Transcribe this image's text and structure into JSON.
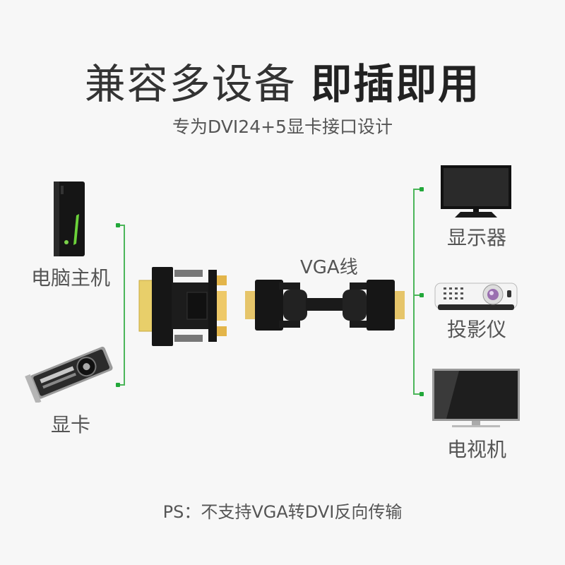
{
  "header": {
    "title_normal": "兼容多设备",
    "title_bold": "即插即用",
    "subtitle": "专为DVI24+5显卡接口设计"
  },
  "sources": [
    {
      "label": "电脑主机",
      "icon": "desktop-tower-icon"
    },
    {
      "label": "显卡",
      "icon": "graphics-card-icon"
    }
  ],
  "center": {
    "adapter_icon": "dvi-to-vga-adapter-icon",
    "cable_label": "VGA线",
    "cable_icon": "vga-cable-icon"
  },
  "targets": [
    {
      "label": "显示器",
      "icon": "monitor-icon"
    },
    {
      "label": "投影仪",
      "icon": "projector-icon"
    },
    {
      "label": "电视机",
      "icon": "television-icon"
    }
  ],
  "footer": {
    "note": "PS：不支持VGA转DVI反向传输"
  },
  "colors": {
    "accent_green": "#4cb65a",
    "background": "#f7f7f7",
    "text": "#555555"
  }
}
